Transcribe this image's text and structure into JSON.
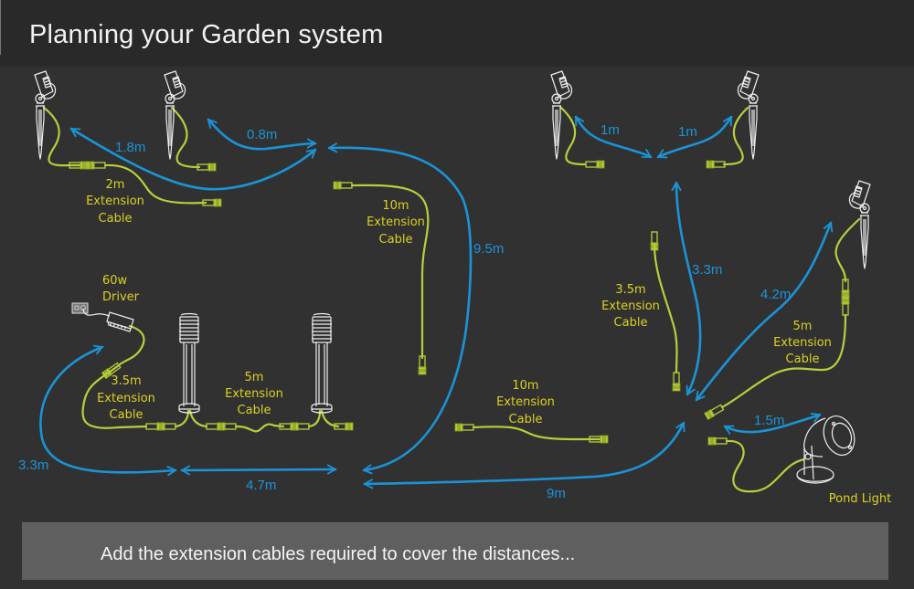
{
  "header": {
    "title": "Planning your Garden system"
  },
  "colors": {
    "background": "#323132",
    "header_bg": "#292929",
    "distance_arrow": "#1a94d6",
    "cable": "#b7cf3a",
    "cable_label": "#d9d21f",
    "light_outline": "#f0f0f0",
    "footer_bg": "#5f5f60"
  },
  "distances": {
    "d1": "1.8m",
    "d2": "0.8m",
    "d3": "9.5m",
    "d4": "1m",
    "d5": "1m",
    "d6": "3.3m",
    "d7": "4.2m",
    "d8": "1.5m",
    "d9": "3.3m",
    "d10": "4.7m",
    "d11": "9m"
  },
  "cables": {
    "c1": {
      "length": "2m",
      "line1": "Extension",
      "line2": "Cable"
    },
    "c2": {
      "length": "10m",
      "line1": "Extension",
      "line2": "Cable"
    },
    "c3": {
      "length": "3.5m",
      "line1": "Extension",
      "line2": "Cable"
    },
    "c4": {
      "length": "5m",
      "line1": "Extension",
      "line2": "Cable"
    },
    "c5": {
      "length": "10m",
      "line1": "Extension",
      "line2": "Cable"
    },
    "c6": {
      "length": "3.5m",
      "line1": "Extension",
      "line2": "Cable"
    },
    "c7": {
      "length": "5m",
      "line1": "Extension",
      "line2": "Cable"
    }
  },
  "devices": {
    "driver": {
      "line1": "60w",
      "line2": "Driver"
    },
    "pond_light": "Pond Light"
  },
  "icons": {
    "spike_light": "spike-spotlight-icon",
    "bollard": "bollard-light-icon",
    "driver": "driver-transformer-icon",
    "socket": "power-socket-icon",
    "pond_light": "pond-light-icon",
    "plug": "cable-connector-icon"
  },
  "footer": {
    "instruction": "Add the extension cables required to cover the distances..."
  }
}
